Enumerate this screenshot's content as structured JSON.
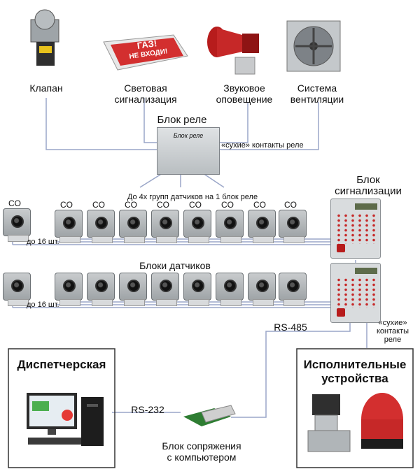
{
  "top_devices": {
    "valve": "Клапан",
    "light": "Световая\nсигнализация",
    "sign_text_1": "ГАЗ!",
    "sign_text_2": "НЕ ВХОДИ!",
    "sound": "Звуковое\nоповещение",
    "ventilation": "Система\nвентиляции"
  },
  "relay_block": {
    "title": "Блок реле",
    "plate": "Блок реле",
    "dry_contacts": "«сухие» контакты реле",
    "groups_note": "До 4х групп датчиков на 1 блок реле"
  },
  "signal_block": {
    "title": "Блок\nсигнализации"
  },
  "sensor_label": "CO",
  "count_note": "до 16 шт.",
  "sensors_title": "Блоки датчиков",
  "rs485": "RS-485",
  "rs232": "RS-232",
  "dry_contacts_right": "«сухие»\nконтакты\nреле",
  "dispatch": {
    "title": "Диспетчерская"
  },
  "executive": {
    "title": "Исполнительные\nустройства"
  },
  "interface_block": "Блок сопряжения\nс компьютером",
  "colors": {
    "line": "#9aa6c8",
    "red": "#c62828",
    "frame": "#333333"
  }
}
